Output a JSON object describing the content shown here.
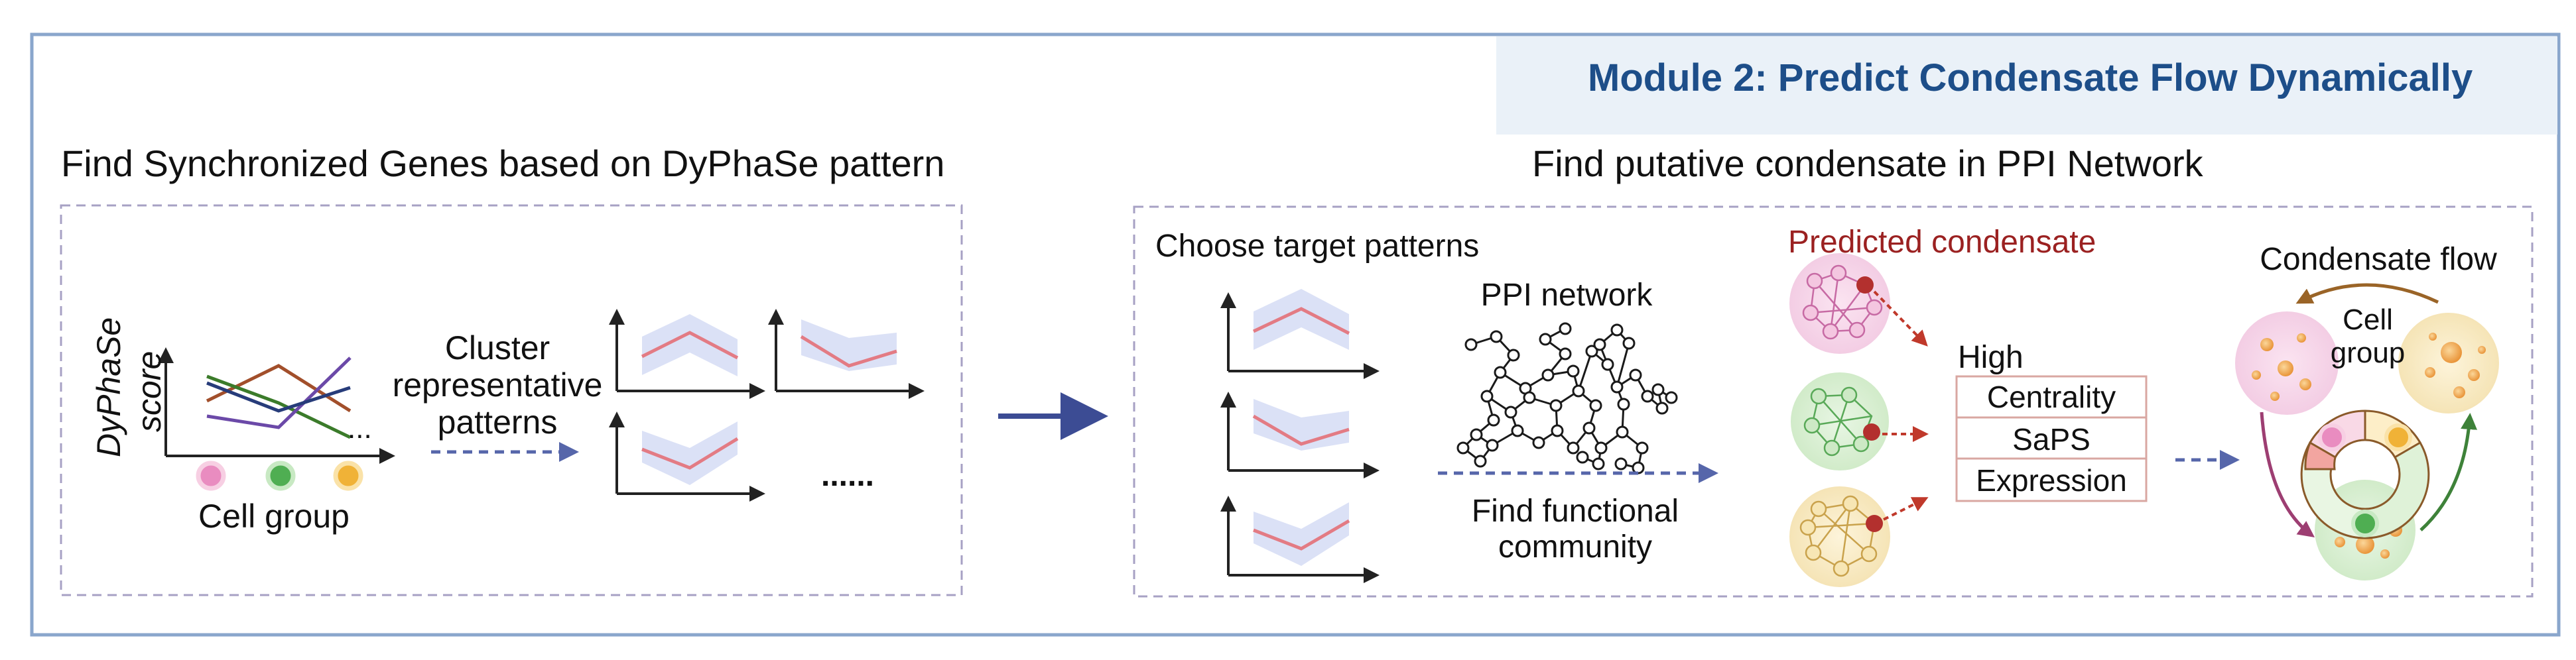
{
  "module": {
    "title": "Module 2: Predict Condensate Flow Dynamically"
  },
  "left_panel": {
    "heading": "Find Synchronized Genes based on DyPhaSe pattern",
    "y_axis_label": "DyPhaSe",
    "y_axis_label_2": "score",
    "x_axis_label": "Cell group",
    "x_ellipsis": "...",
    "cluster_text": [
      "Cluster",
      "representative",
      "patterns"
    ],
    "more_patterns": "......"
  },
  "right_panel": {
    "heading": "Find putative condensate in PPI Network",
    "choose_label": "Choose target patterns",
    "ppi_label": "PPI network",
    "community_text": [
      "Find functional",
      "community"
    ],
    "predicted_label": "Predicted condensate",
    "high_label": "High",
    "rank_items": [
      "Centrality",
      "SaPS",
      "Expression"
    ],
    "flow_label": "Condensate flow",
    "cell_group_center": [
      "Cell",
      "group"
    ]
  },
  "colors": {
    "frame": "#8aa6cc",
    "module_bg": "#eaf1f8",
    "module_text": "#1d4e89",
    "dashed_box": "#a7a1c4",
    "arrow_blue": "#3c4c94",
    "pattern_band": "#dbe1f6",
    "pattern_line": "#e37b84",
    "predicted_red": "#9b2121",
    "rank_border": "#d9a7a2",
    "pink": "#e98cc0",
    "green": "#4fae52",
    "yellow": "#f0b237",
    "brown_arrow": "#9a6427",
    "purple_arrow": "#9d3e72",
    "green_arrow": "#3e8239"
  }
}
